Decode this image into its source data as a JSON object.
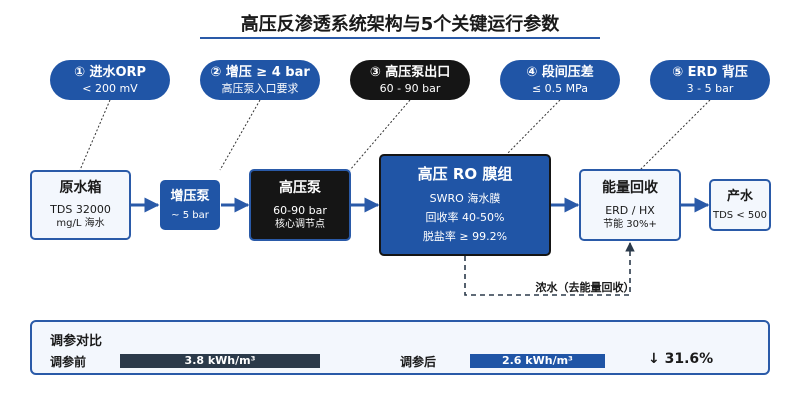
{
  "title": "高压反渗透系统架构与5个关键运行参数",
  "params": [
    {
      "title": "① 进水ORP",
      "sub": "< 200 mV"
    },
    {
      "title": "② 增压 ≥ 4 bar",
      "sub": "高压泵入口要求"
    },
    {
      "title": "③ 高压泵出口",
      "sub": "60 - 90 bar"
    },
    {
      "title": "④ 段间压差",
      "sub": "≤ 0.5 MPa"
    },
    {
      "title": "⑤ ERD 背压",
      "sub": "3 - 5 bar"
    }
  ],
  "nodes": {
    "feed": {
      "title": "原水箱",
      "line1": "TDS 32000",
      "line2": "mg/L 海水"
    },
    "booster": {
      "title": "增压泵",
      "line1": "~ 5 bar"
    },
    "hpp": {
      "title": "高压泵",
      "line1": "60-90 bar",
      "line2": "核心调节点"
    },
    "ro": {
      "title": "高压 RO 膜组",
      "line1": "SWRO 海水膜",
      "line2": "回收率 40-50%",
      "line3": "脱盐率 ≥ 99.2%"
    },
    "erd": {
      "title": "能量回收",
      "line1": "ERD / HX",
      "line2": "节能 30%+"
    },
    "product": {
      "title": "产水",
      "line1": "TDS < 500"
    }
  },
  "brine_label": "浓水（去能量回收）",
  "comparison": {
    "title": "调参对比",
    "before_label": "调参前",
    "before_value": "3.8 kWh/m³",
    "before_kwh": 3.8,
    "after_label": "调参后",
    "after_value": "2.6 kWh/m³",
    "after_kwh": 2.6,
    "reduction": "↓ 31.6%"
  },
  "colors": {
    "blue": "#2055a6",
    "dark": "#151515",
    "accent": "#2a5aa8",
    "before_bar": "#2b3a4a"
  }
}
